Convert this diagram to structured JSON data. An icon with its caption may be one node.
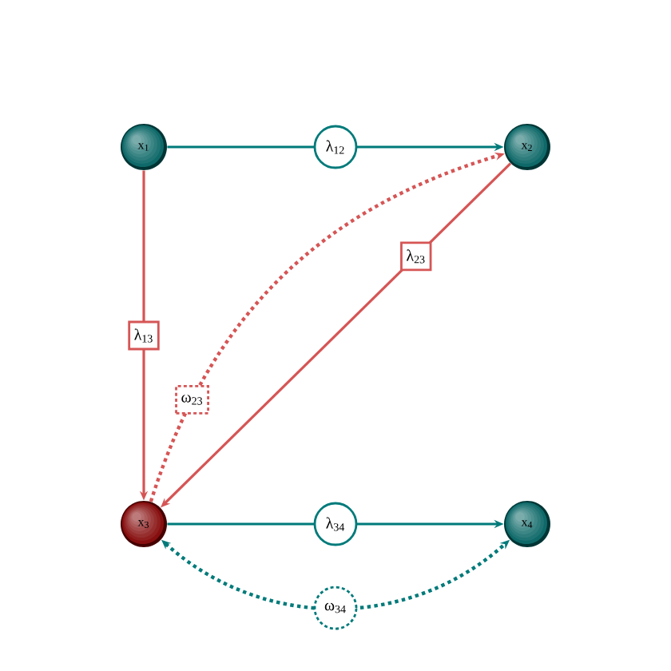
{
  "diagram": {
    "nodes": [
      {
        "text": [
          "x$_{1}$"
        ]
      },
      {
        "text": [
          "x$_{2}$"
        ]
      },
      {
        "text": [
          "x$_{3}$"
        ]
      },
      {
        "text": [
          "x$_{4}$"
        ]
      }
    ],
    "edges": [
      {
        "from": 0,
        "to": 1,
        "arrow": "to",
        "label": "λ$_{12}$",
        "color": "#007a7a"
      },
      {
        "from": 0,
        "to": 2,
        "arrow": "to",
        "label": "λ$_{13}$",
        "color": "#d65555"
      },
      {
        "from": 1,
        "to": 2,
        "arrow": "to",
        "label": "λ$_{23}$",
        "color": "#d65555"
      },
      {
        "from": 2,
        "to": 1,
        "arrow": "to",
        "label": "ω$_{23}$",
        "style": "dashed",
        "color": "#d65555"
      },
      {
        "from": 2,
        "to": 3,
        "arrow": "both",
        "label": "ω$_{34}$",
        "style": "dashed",
        "color": "#007a7a"
      },
      {
        "from": 2,
        "to": 3,
        "arrow": "to",
        "label": "λ$_{34}$",
        "color": "#007a7a"
      }
    ]
  }
}
